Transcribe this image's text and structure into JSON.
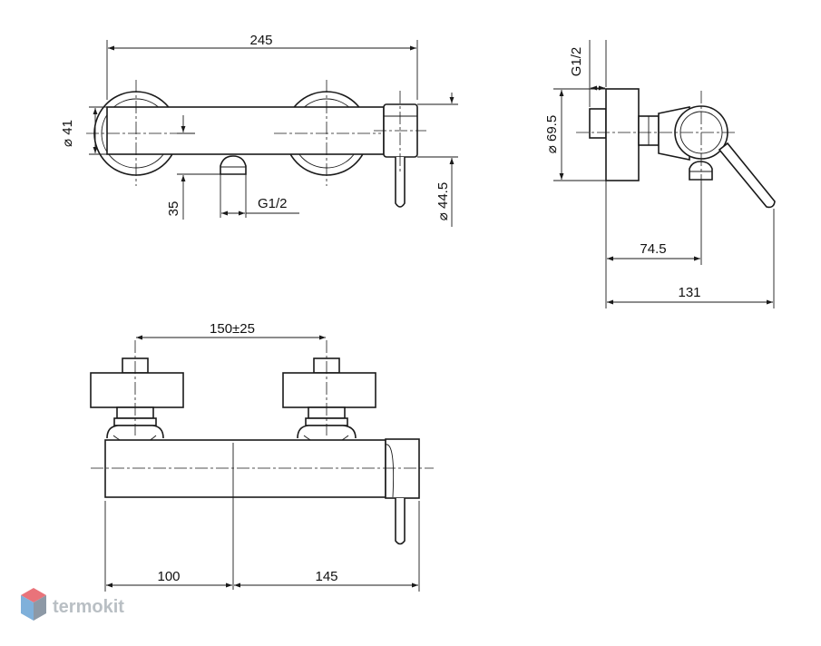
{
  "front_view": {
    "width": "245",
    "rosette_diameter": "41",
    "outlet_offset": "35",
    "outlet_thread": "G1/2",
    "handle_diameter": "44.5"
  },
  "side_view": {
    "inlet_thread": "G1/2",
    "rosette_diameter": "69.5",
    "handle_axis_depth": "74.5",
    "total_depth": "131"
  },
  "top_view": {
    "inlet_spacing": "150±25",
    "left_length": "100",
    "right_length": "145"
  },
  "diameter_symbol": "⌀",
  "logo": {
    "text": "termokit",
    "colors": {
      "top": "#e9737a",
      "left": "#7fb0da",
      "right": "#8d99a6"
    }
  }
}
